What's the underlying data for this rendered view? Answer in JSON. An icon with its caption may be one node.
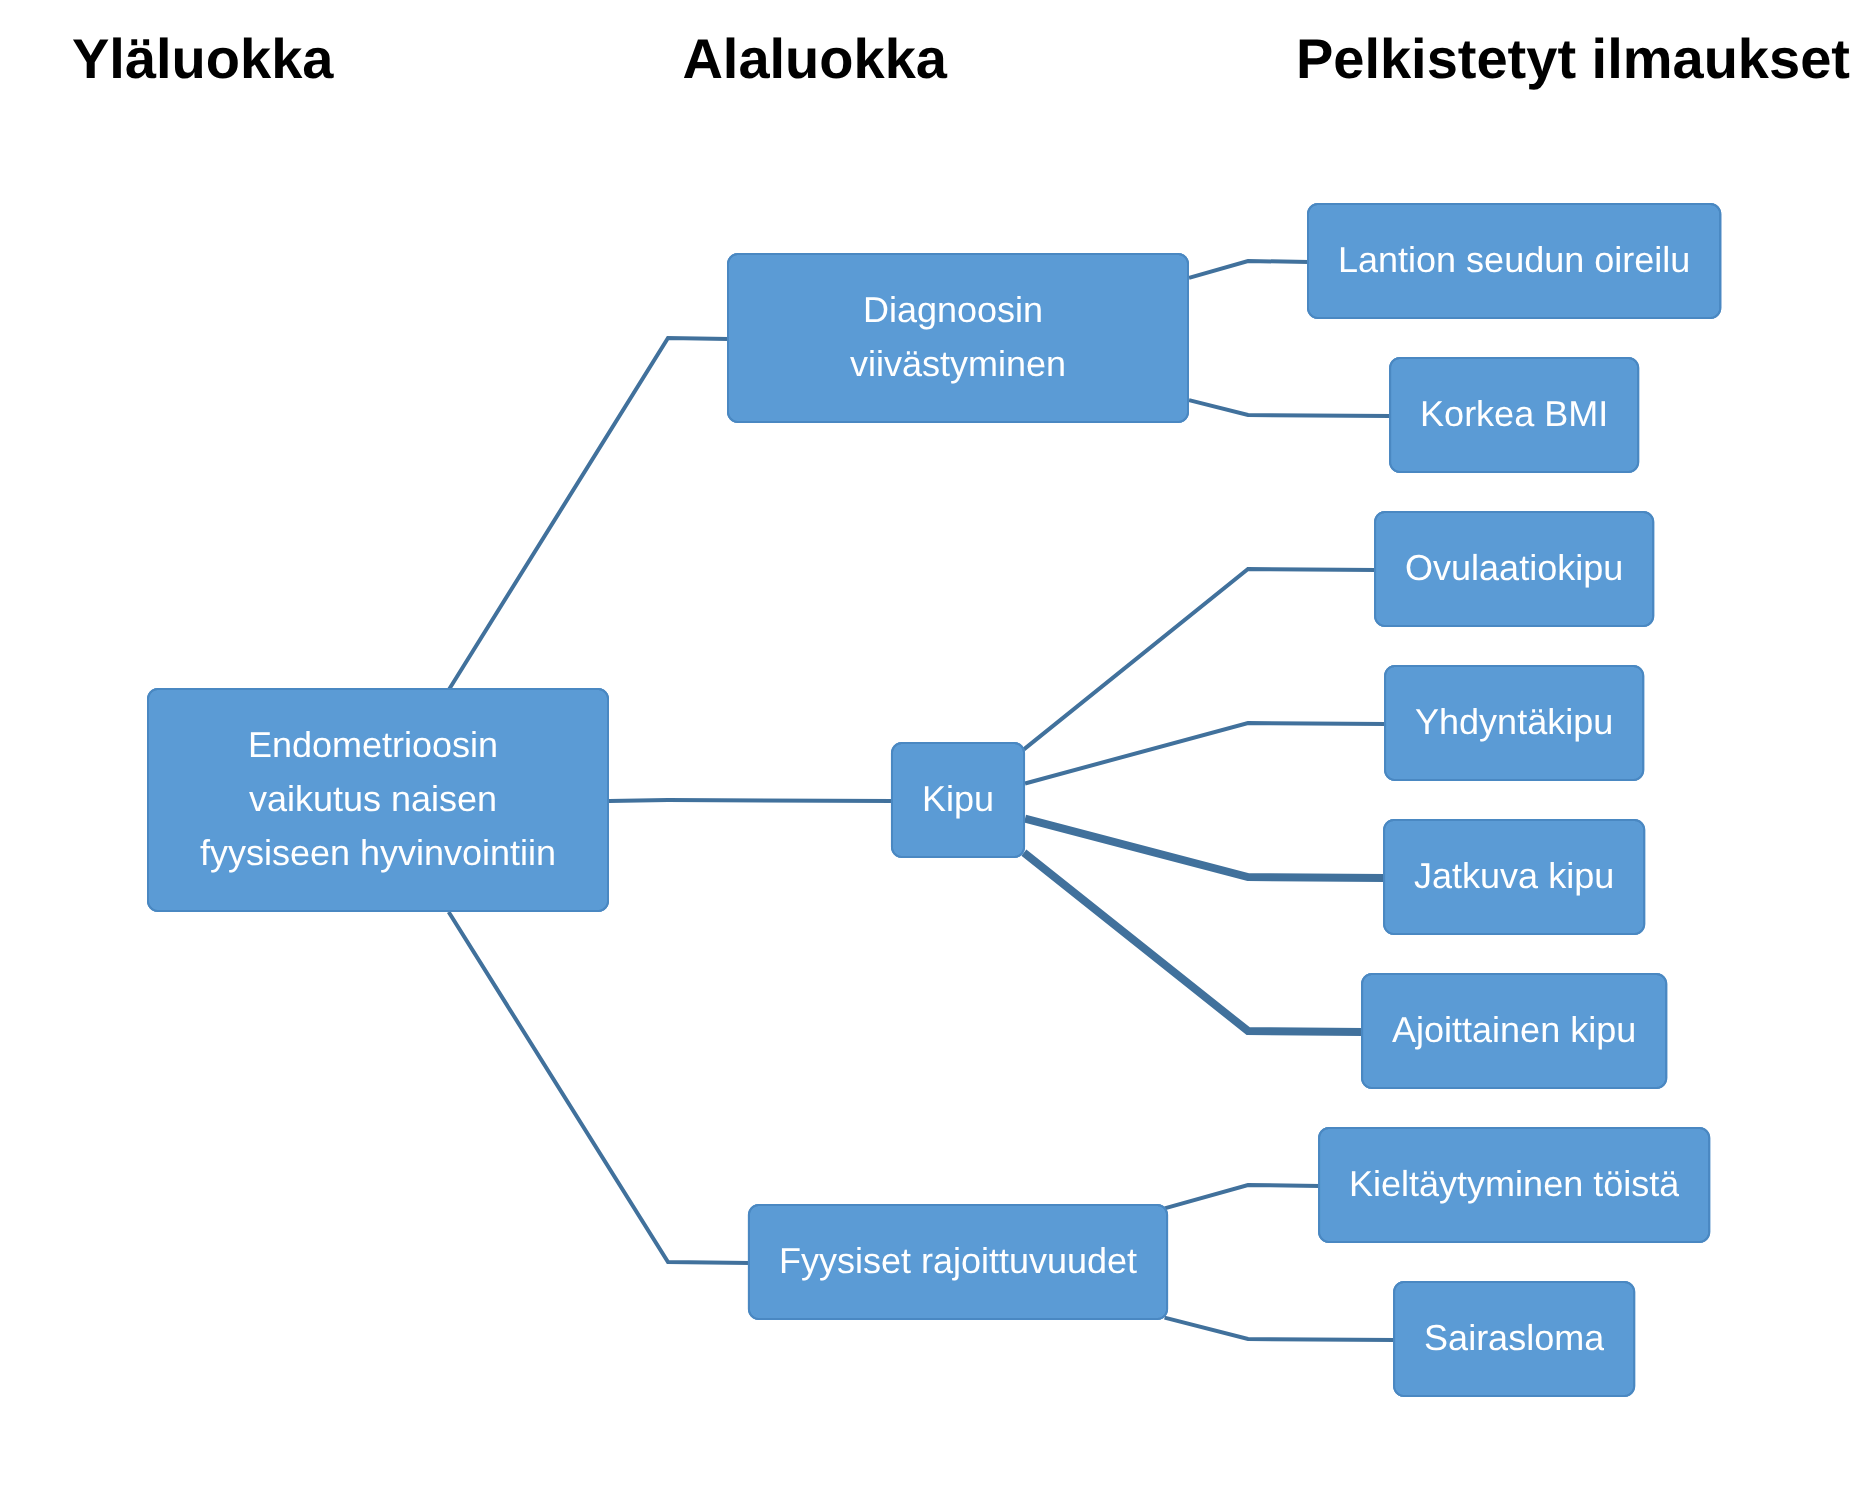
{
  "diagram": {
    "nodes": [
      {
        "text": [
          "Endometrioosin vaikutus naisen fyysiseen hyvinvointiin"
        ]
      },
      {
        "text": [
          "Diagnoosin viivästyminen"
        ]
      },
      {
        "text": [
          "Lantion seudun oireilu"
        ]
      },
      {
        "text": [
          "Korkea BMI"
        ]
      },
      {
        "text": [
          "Kipu"
        ]
      },
      {
        "text": [
          "Ovulaatiokipu"
        ]
      },
      {
        "text": [
          "Yhdyntäkipu"
        ]
      },
      {
        "text": [
          "Jatkuva kipu"
        ]
      },
      {
        "text": [
          "Ajoittainen kipu"
        ]
      },
      {
        "text": [
          "Fyysiset rajoittuvuudet"
        ]
      },
      {
        "text": [
          "Kieltäytyminen töistä"
        ]
      },
      {
        "text": [
          "Sairasloma"
        ]
      }
    ],
    "edges": [
      {
        "from": 0,
        "to": 1,
        "arrow": "none"
      },
      {
        "from": 0,
        "to": 4,
        "arrow": "none"
      },
      {
        "from": 0,
        "to": 9,
        "arrow": "none"
      },
      {
        "from": 1,
        "to": 2,
        "arrow": "none"
      },
      {
        "from": 1,
        "to": 3,
        "arrow": "none"
      },
      {
        "from": 4,
        "to": 5,
        "arrow": "none"
      },
      {
        "from": 4,
        "to": 6,
        "arrow": "none"
      },
      {
        "from": 4,
        "to": 7,
        "arrow": "none",
        "style": "thick"
      },
      {
        "from": 4,
        "to": 8,
        "arrow": "none",
        "style": "thick"
      },
      {
        "from": 9,
        "to": 10,
        "arrow": "none"
      },
      {
        "from": 9,
        "to": 11,
        "arrow": "none"
      }
    ],
    "labels": [
      "Yläluokka",
      "Alaluokka",
      "Pelkistetyt ilmaukset"
    ]
  }
}
